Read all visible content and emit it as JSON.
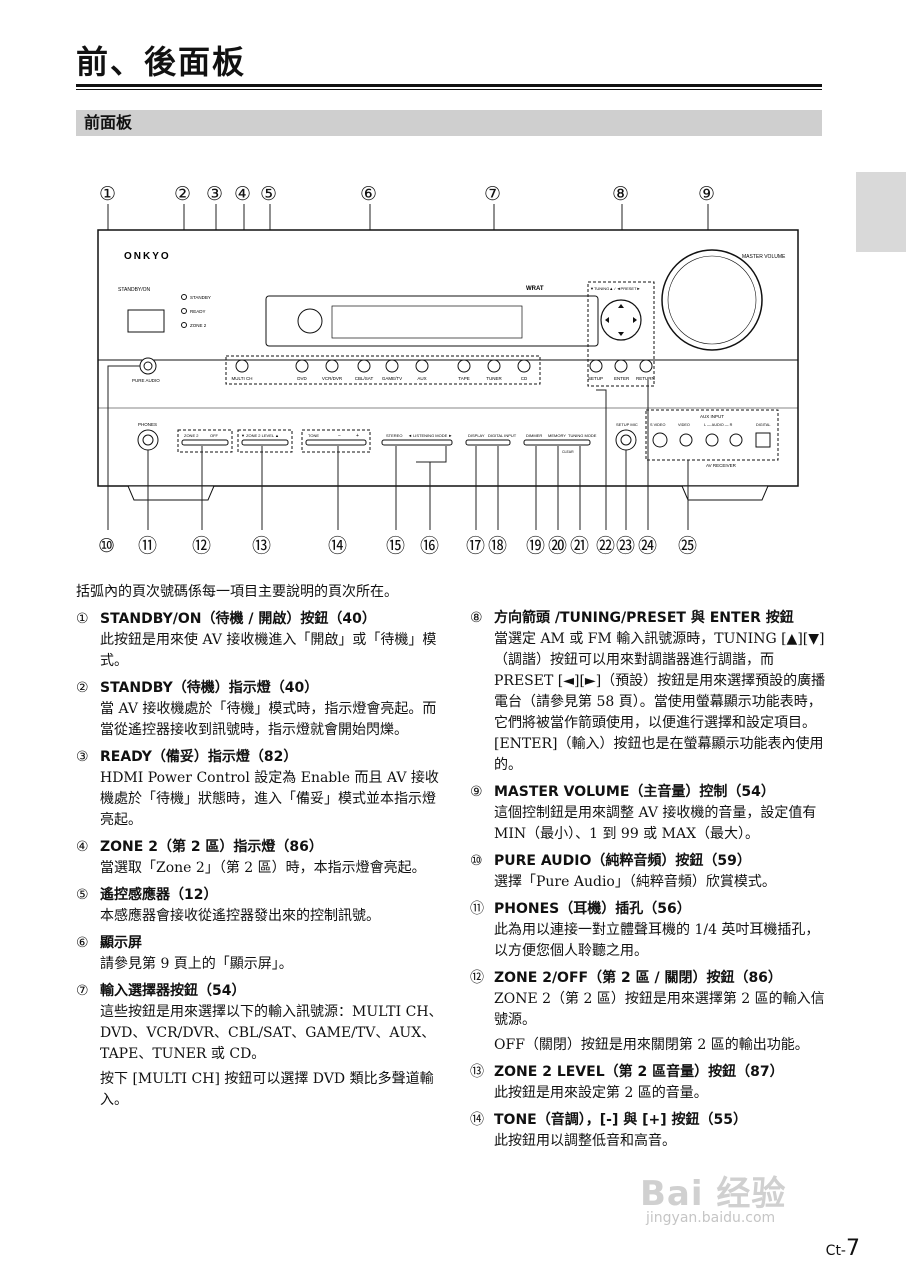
{
  "title": "前、後面板",
  "section": "前面板",
  "diagram": {
    "brand": "ONKYO",
    "standby_on_label": "STANDBY/ON",
    "standby_label": "STANDBY",
    "ready_label": "READY",
    "zone2_label": "ZONE 2",
    "wrat_label": "WRAT",
    "tuning_preset_label": "▼TUNING▲ / ◄PRESET►",
    "master_volume_label": "MASTER VOLUME",
    "pure_audio_label": "PURE AUDIO",
    "phones_label": "PHONES",
    "selectors": [
      "MULTI CH",
      "DVD",
      "VCR/DVR",
      "CBL/SAT",
      "GAME/TV",
      "AUX",
      "TAPE",
      "TUNER",
      "CD"
    ],
    "setup_label": "SETUP",
    "enter_label": "ENTER",
    "return_label": "RETURN",
    "zone2_off_labels": [
      "ZONE 2",
      "OFF"
    ],
    "zone2_level_label": "▼ ZONE 2 LEVEL ▲",
    "tone_labels": [
      "TONE",
      "−",
      "+"
    ],
    "stereo_label": "STEREO",
    "listening_mode_label": "◄ LISTENING MODE ►",
    "display_label": "DISPLAY",
    "digital_input_label": "DIGITAL INPUT",
    "dimmer_label": "DIMMER",
    "memory_label": "MEMORY",
    "tuning_mode_label": "TUNING MODE",
    "clear_label": "CLEAR",
    "setup_mic_label": "SETUP MIC",
    "aux_input_label": "AUX INPUT",
    "aux_jacks": [
      "S VIDEO",
      "VIDEO",
      "L — AUDIO — R",
      "DIGITAL"
    ],
    "av_receiver_label": "AV RECEIVER",
    "top_numbers": [
      "①",
      "②",
      "③",
      "④",
      "⑤",
      "⑥",
      "⑦",
      "⑧",
      "⑨"
    ],
    "bottom_numbers": [
      "⑩",
      "⑪",
      "⑫",
      "⑬",
      "⑭",
      "⑮",
      "⑯",
      "⑰",
      "⑱",
      "⑲",
      "⑳",
      "㉑",
      "㉒",
      "㉓",
      "㉔",
      "㉕"
    ]
  },
  "intro": "括弧內的頁次號碼係每一項目主要說明的頁次所在。",
  "items_left": [
    {
      "num": "①",
      "head": "STANDBY/ON（待機 / 開啟）按鈕（40）",
      "body": [
        "此按鈕是用來使 AV 接收機進入「開啟」或「待機」模式。"
      ]
    },
    {
      "num": "②",
      "head": "STANDBY（待機）指示燈（40）",
      "body": [
        "當 AV 接收機處於「待機」模式時，指示燈會亮起。而當從遙控器接收到訊號時，指示燈就會開始閃爍。"
      ]
    },
    {
      "num": "③",
      "head": "READY（備妥）指示燈（82）",
      "body": [
        "HDMI Power Control 設定為 Enable 而且 AV 接收機處於「待機」狀態時，進入「備妥」模式並本指示燈亮起。"
      ]
    },
    {
      "num": "④",
      "head": "ZONE 2（第 2 區）指示燈（86）",
      "body": [
        "當選取「Zone 2」（第 2 區）時，本指示燈會亮起。"
      ]
    },
    {
      "num": "⑤",
      "head": "遙控感應器（12）",
      "body": [
        "本感應器會接收從遙控器發出來的控制訊號。"
      ]
    },
    {
      "num": "⑥",
      "head": "顯示屏",
      "body": [
        "請參見第 9 頁上的「顯示屏」。"
      ]
    },
    {
      "num": "⑦",
      "head": "輸入選擇器按鈕（54）",
      "body": [
        "這些按鈕是用來選擇以下的輸入訊號源：MULTI CH、DVD、VCR/DVR、CBL/SAT、GAME/TV、AUX、TAPE、TUNER 或 CD。",
        "按下 [MULTI CH] 按鈕可以選擇 DVD 類比多聲道輸入。"
      ]
    }
  ],
  "items_right": [
    {
      "num": "⑧",
      "head": "方向箭頭 /TUNING/PRESET 與 ENTER 按鈕",
      "body": [
        "當選定 AM 或 FM 輸入訊號源時，TUNING [▲][▼]（調諧）按鈕可以用來對調諧器進行調諧，而 PRESET [◄][►]（預設）按鈕是用來選擇預設的廣播電台（請參見第 58 頁）。當使用螢幕顯示功能表時，它們將被當作箭頭使用，以便進行選擇和設定項目。[ENTER]（輸入）按鈕也是在螢幕顯示功能表內使用的。"
      ]
    },
    {
      "num": "⑨",
      "head": "MASTER VOLUME（主音量）控制（54）",
      "body": [
        "這個控制鈕是用來調整 AV 接收機的音量，設定值有 MIN（最小）、1 到 99 或 MAX（最大）。"
      ]
    },
    {
      "num": "⑩",
      "head": "PURE AUDIO（純粹音頻）按鈕（59）",
      "body": [
        "選擇「Pure Audio」（純粹音頻）欣賞模式。"
      ]
    },
    {
      "num": "⑪",
      "head": "PHONES（耳機）插孔（56）",
      "body": [
        "此為用以連接一對立體聲耳機的 1/4 英吋耳機插孔，以方便您個人聆聽之用。"
      ]
    },
    {
      "num": "⑫",
      "head": "ZONE 2/OFF（第 2 區 / 關閉）按鈕（86）",
      "body": [
        "ZONE 2（第 2 區）按鈕是用來選擇第 2 區的輸入信號源。",
        "OFF（關閉）按鈕是用來關閉第 2 區的輸出功能。"
      ]
    },
    {
      "num": "⑬",
      "head": "ZONE 2 LEVEL（第 2 區音量）按鈕（87）",
      "body": [
        "此按鈕是用來設定第 2 區的音量。"
      ]
    },
    {
      "num": "⑭",
      "head": "TONE（音調），[-] 與 [+] 按鈕（55）",
      "body": [
        "此按鈕用以調整低音和高音。"
      ]
    }
  ],
  "footer": {
    "prefix": "Ct-",
    "page": "7"
  },
  "watermark": {
    "text": "Bai 经验",
    "sub": "jingyan.baidu.com"
  }
}
